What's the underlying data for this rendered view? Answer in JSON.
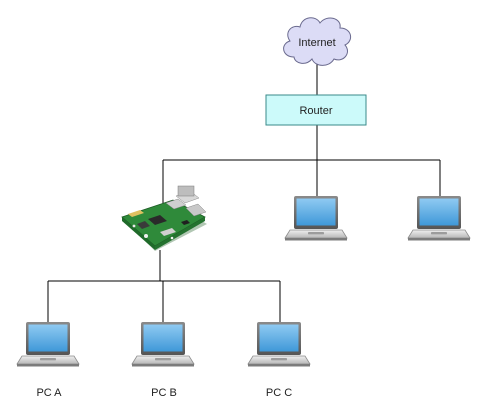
{
  "nodes": {
    "internet": {
      "label": "Internet"
    },
    "router": {
      "label": "Router"
    },
    "pc_a": {
      "label": "PC A"
    },
    "pc_b": {
      "label": "PC B"
    },
    "pc_c": {
      "label": "PC C"
    }
  },
  "icons": {
    "cloud": "cloud-icon",
    "laptop": "laptop-icon",
    "board": "raspberry-pi-board-icon"
  },
  "colors": {
    "cloud_fill": "#dcdcf6",
    "cloud_stroke": "#6a6a8e",
    "router_fill": "#ccfafa",
    "router_stroke": "#3a8a8a",
    "screen_fill": "#58aee6",
    "laptop_body": "#dcdcdc",
    "board_pcb": "#2f8a3a",
    "line": "#000000"
  }
}
